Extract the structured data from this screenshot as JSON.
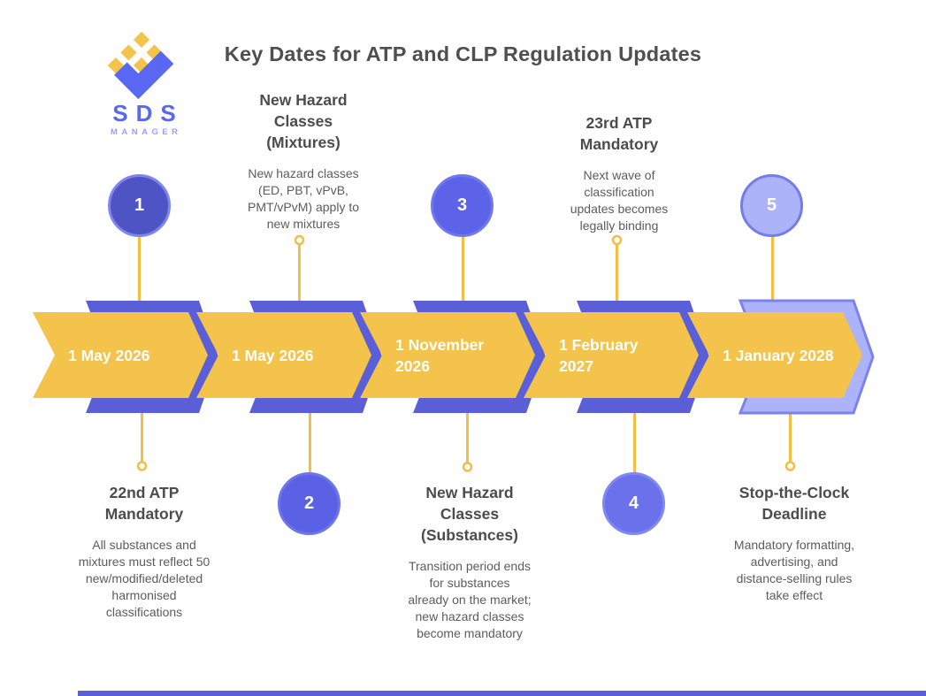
{
  "title": "Key Dates for ATP and CLP Regulation Updates",
  "logo": {
    "name": "SDS",
    "subname": "MANAGER"
  },
  "colors": {
    "arrow_yellow": "#F3C34C",
    "chevron_purple": "#5A5FD8",
    "chevron_light_purple": "#ADB3F8",
    "chevron_light_border": "#7B82EE",
    "connector_yellow": "#F2BE44",
    "heading_text": "#4C4C4C",
    "body_text": "#5C5C5C"
  },
  "timeline": {
    "segments": [
      {
        "number": "1",
        "date": "1 May 2026",
        "label_position": "bottom",
        "heading": "22nd ATP Mandatory",
        "description": "All substances and mixtures must reflect 50 new/modified/deleted harmonised classifications"
      },
      {
        "number": "2",
        "date": "1 May 2026",
        "label_position": "top",
        "heading": "New Hazard Classes (Mixtures)",
        "description": "New hazard classes (ED, PBT, vPvB, PMT/vPvM) apply to new mixtures"
      },
      {
        "number": "3",
        "date": "1 November 2026",
        "label_position": "bottom",
        "heading": "New Hazard Classes (Substances)",
        "description": "Transition period ends for substances already on the market; new hazard classes become mandatory"
      },
      {
        "number": "4",
        "date": "1 February 2027",
        "label_position": "top",
        "heading": "23rd ATP Mandatory",
        "description": "Next wave of classification updates becomes legally binding"
      },
      {
        "number": "5",
        "date": "1 January 2028",
        "label_position": "bottom",
        "heading": "Stop-the-Clock Deadline",
        "description": "Mandatory formatting, advertising, and distance-selling rules take effect"
      }
    ]
  }
}
